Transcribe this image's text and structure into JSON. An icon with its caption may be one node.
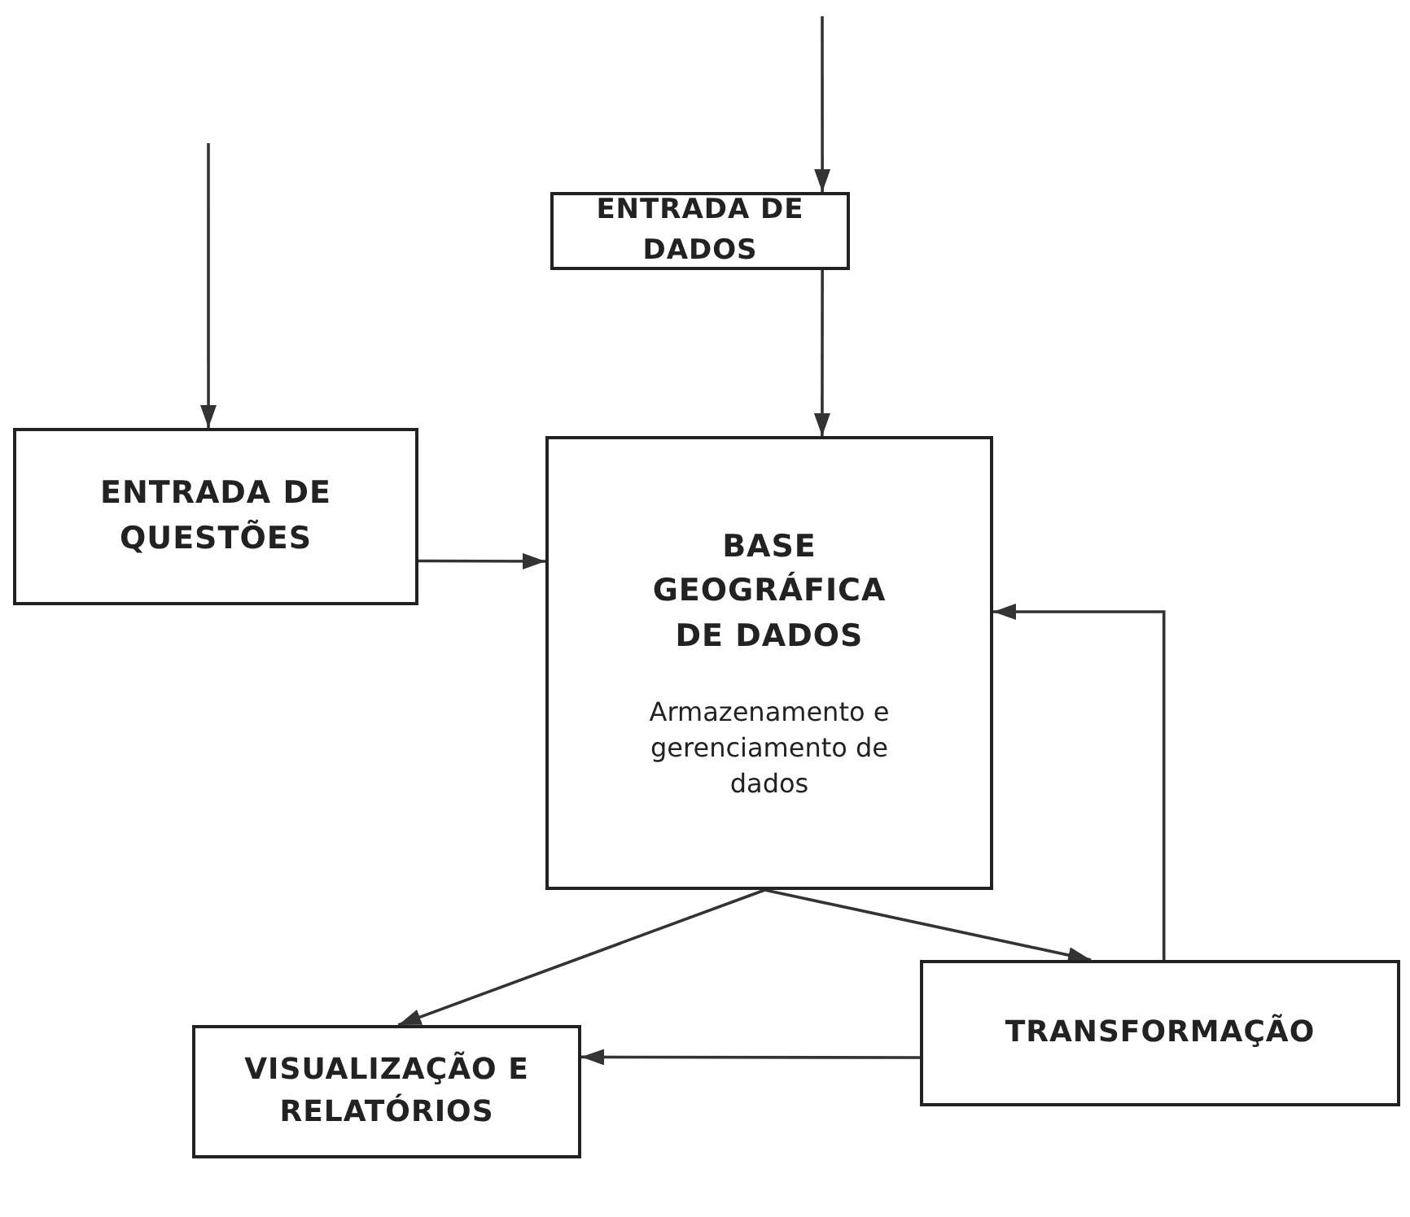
{
  "diagram": {
    "nodes": [
      {
        "text": [
          "ENTRADA DE DADOS"
        ]
      },
      {
        "text": [
          "ENTRADA DE QUESTÕES"
        ]
      },
      {
        "text": [
          "BASE GEOGRÁFICA DE DADOS",
          "Armazenamento e gerenciamento de dados"
        ]
      },
      {
        "text": [
          "VISUALIZAÇÃO E RELATÓRIOS"
        ]
      },
      {
        "text": [
          "TRANSFORMAÇÃO"
        ]
      }
    ],
    "edges": [
      {
        "from": null,
        "to": 0,
        "arrow": "to"
      },
      {
        "from": null,
        "to": 1,
        "arrow": "to"
      },
      {
        "from": 0,
        "to": 2,
        "arrow": "to"
      },
      {
        "from": 1,
        "to": 2,
        "arrow": "to"
      },
      {
        "from": 2,
        "to": 3,
        "arrow": "to"
      },
      {
        "from": 2,
        "to": 4,
        "arrow": "to"
      },
      {
        "from": 4,
        "to": 2,
        "arrow": "to"
      },
      {
        "from": 4,
        "to": 3,
        "arrow": "to"
      }
    ]
  }
}
